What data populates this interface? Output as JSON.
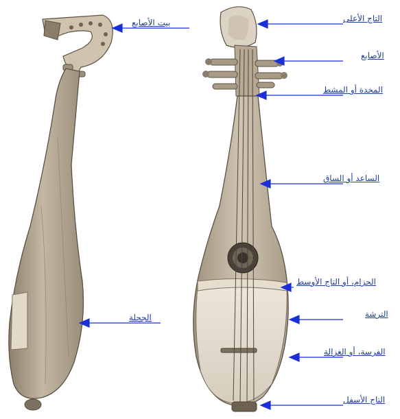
{
  "labels": {
    "top_crown": "التاج الأعلى",
    "fingers": "الأصابع",
    "pillow_or_comb": "المخدة أو المشط",
    "forearm_or_leg": "الساعد أو الساق",
    "belt_or_middle_crown": "الحزام، أو التاج الأوسط",
    "soundboard": "الترشة",
    "bridge_or_gazelle": "الفرسة، أو الغزالة",
    "bottom_crown": "التاج الأسفل",
    "finger_house": "بيت الأصابع",
    "body_back": "الجحلة"
  },
  "colors": {
    "label_text": "#1f3f9e",
    "arrow": "#1a2fd6",
    "wood_light": "#d9cfbe",
    "wood_mid": "#b7a993",
    "wood_dark": "#7d705f",
    "outline": "#5a5043"
  }
}
